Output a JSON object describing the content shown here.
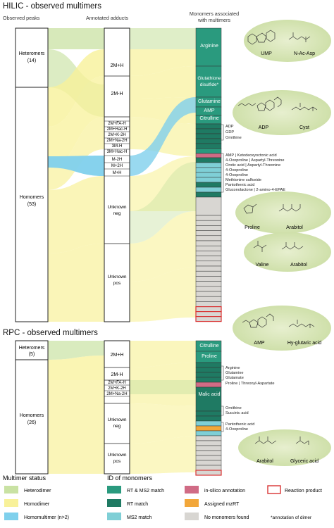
{
  "colors": {
    "heterodimer": "#c9e2a3",
    "homodimer": "#f8f19a",
    "homomultimer": "#7fd0ec",
    "rt_ms2": "#2a9a7e",
    "rt_match": "#1f7a63",
    "ms2_match": "#7fcfd6",
    "insilico": "#d06b85",
    "assigned_mzrt": "#f2a73a",
    "no_monomer": "#d8d6d2",
    "reaction_product": "#d93434",
    "molecule_bg": "#dbe8bf"
  },
  "hilic": {
    "title": "HILIC - observed multimers",
    "col_peaks": "Observed peaks",
    "col_adducts": "Annotated adducts",
    "col_monomers": "Monomers associated with multimers",
    "heteromers": "Heteromers",
    "heteromers_n": "(14)",
    "homomers": "Homomers",
    "homomers_n": "(53)",
    "adducts": [
      "2M+H",
      "2M-H",
      "2M+FA-H",
      "2M+Hac-H",
      "2M+K-2H",
      "2M+Na-2H",
      "3M-H",
      "3M+Hac-H",
      "M-2H",
      "M+2H",
      "M+H",
      "Unknown neg",
      "Unknown pos"
    ],
    "monomer_labels": [
      "Arginine",
      "Glutathione disulfide*",
      "Glutamine",
      "AMP",
      "Citrulline"
    ],
    "side_notes": [
      "ADP",
      "GDP",
      "Ornithine",
      "AMP | Ketodeoxyoctonic acid",
      "4-Oxoproline | Aspartyl-Threonine",
      "Orotic acid | Aspartyl-Threonine",
      "4-Oxoproline",
      "4-Oxoproline",
      "Methionine sulfoxide",
      "Pantothenic acid",
      "Gluconolactone | 2-amino-4-EPAE"
    ],
    "molecules": [
      "UMP",
      "N-Ac-Asp",
      "ADP",
      "Cyst",
      "Proline",
      "Arabitol",
      "Valine",
      "Arabitol"
    ]
  },
  "rpc": {
    "title": "RPC - observed multimers",
    "heteromers": "Heteromers",
    "heteromers_n": "(5)",
    "homomers": "Homomers",
    "homomers_n": "(26)",
    "adducts": [
      "2M+H",
      "2M-H",
      "2M+FA-H",
      "2M+K-2H",
      "2M+Na-2H",
      "Unknown neg",
      "Unknown pos"
    ],
    "monomer_labels": [
      "Citrulline",
      "Proline",
      "Malic acid"
    ],
    "side_notes": [
      "Arginine",
      "Glutamine",
      "Glutamate",
      "Proline | Threonyl-Aspartate",
      "Ornithine",
      "Succinic acid",
      "Pantothenic acid",
      "4-Oxoproline"
    ],
    "molecules": [
      "AMP",
      "Hy-glutaric acid",
      "Arabitol",
      "Glyceric acid"
    ]
  },
  "legend": {
    "status_title": "Multimer status",
    "status_items": [
      "Heterodimer",
      "Homodimer",
      "Homomultimer (n>2)"
    ],
    "id_title": "ID of monomers",
    "id_items": [
      "RT & MS2 match",
      "RT match",
      "MS2 match",
      "in-silico annotation",
      "Assigned mzRT",
      "No monomers found",
      "Reaction product"
    ],
    "footnote": "*annotation of dimer"
  }
}
